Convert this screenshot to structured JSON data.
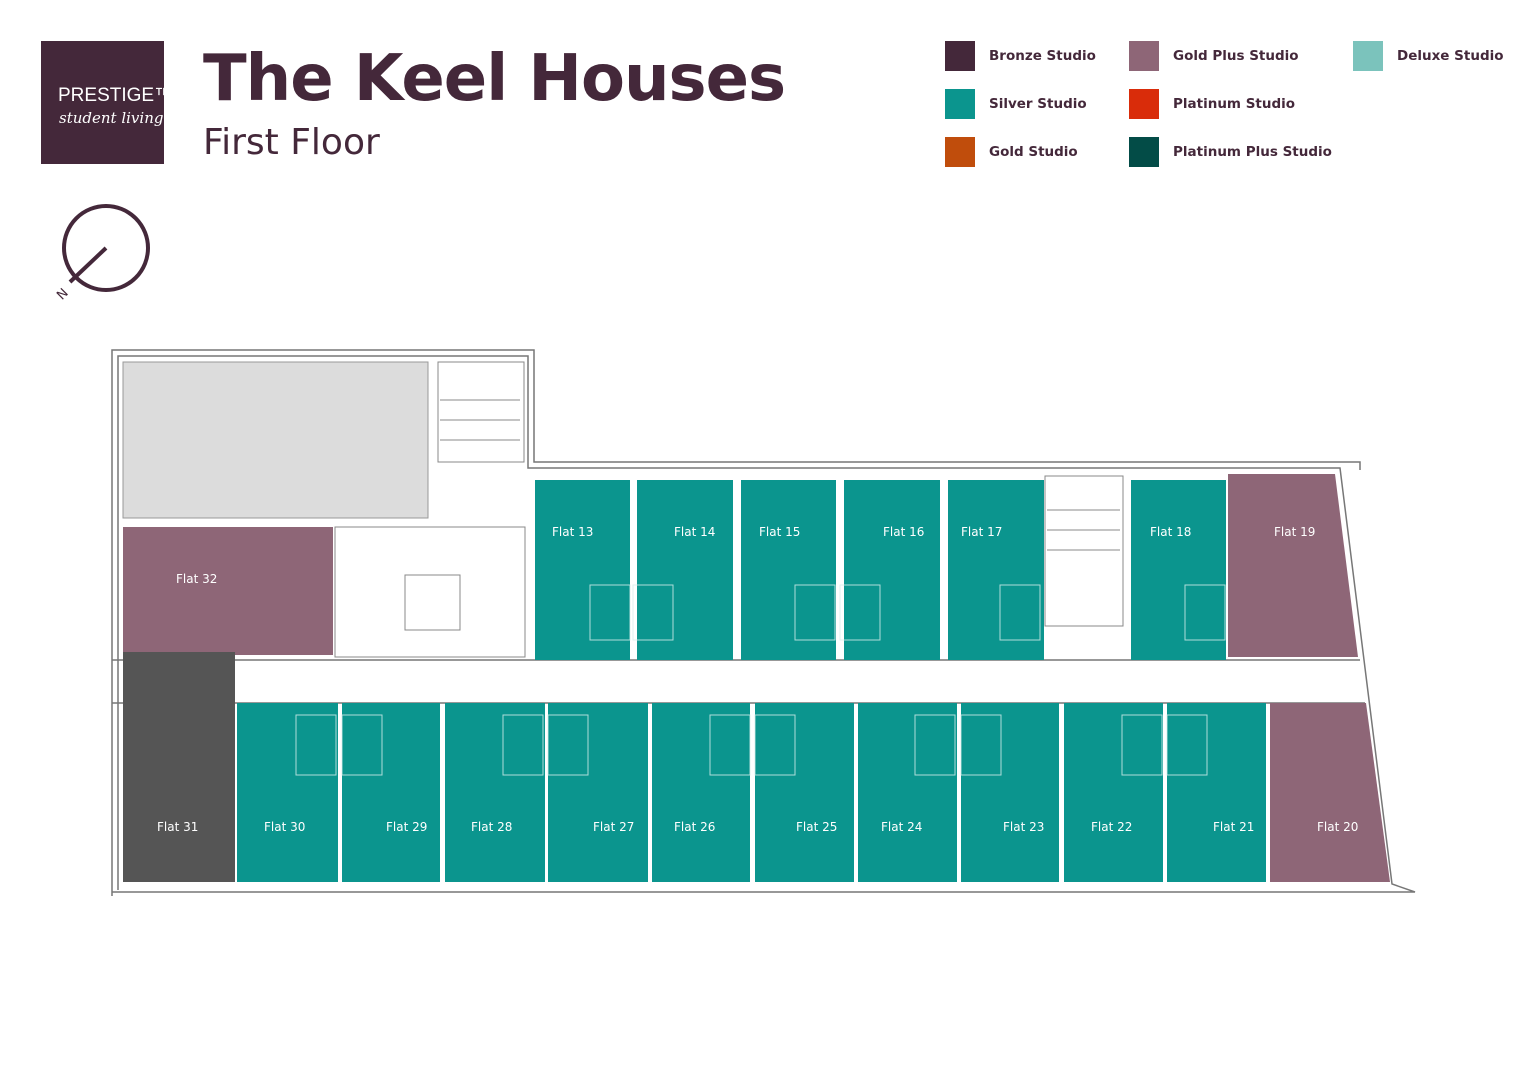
{
  "logo": {
    "brand": "PRESTIGE™",
    "tagline": "student living"
  },
  "header": {
    "title": "The Keel Houses",
    "subtitle": "First Floor"
  },
  "compass": {
    "label": "N"
  },
  "legend": [
    {
      "label": "Bronze Studio",
      "color": "#44283a"
    },
    {
      "label": "Gold Plus Studio",
      "color": "#8e6677"
    },
    {
      "label": "Deluxe Studio",
      "color": "#7bc3bc"
    },
    {
      "label": "Silver Studio",
      "color": "#0b958e"
    },
    {
      "label": "Platinum Studio",
      "color": "#d92c0a"
    },
    {
      "label": "Gold Studio",
      "color": "#c04d0c"
    },
    {
      "label": "Platinum Plus Studio",
      "color": "#034c47"
    }
  ],
  "flats": {
    "f13": "Flat 13",
    "f14": "Flat 14",
    "f15": "Flat 15",
    "f16": "Flat 16",
    "f17": "Flat 17",
    "f18": "Flat 18",
    "f19": "Flat 19",
    "f20": "Flat 20",
    "f21": "Flat 21",
    "f22": "Flat 22",
    "f23": "Flat 23",
    "f24": "Flat 24",
    "f25": "Flat 25",
    "f26": "Flat 26",
    "f27": "Flat 27",
    "f28": "Flat 28",
    "f29": "Flat 29",
    "f30": "Flat 30",
    "f31": "Flat 31",
    "f32": "Flat 32"
  }
}
